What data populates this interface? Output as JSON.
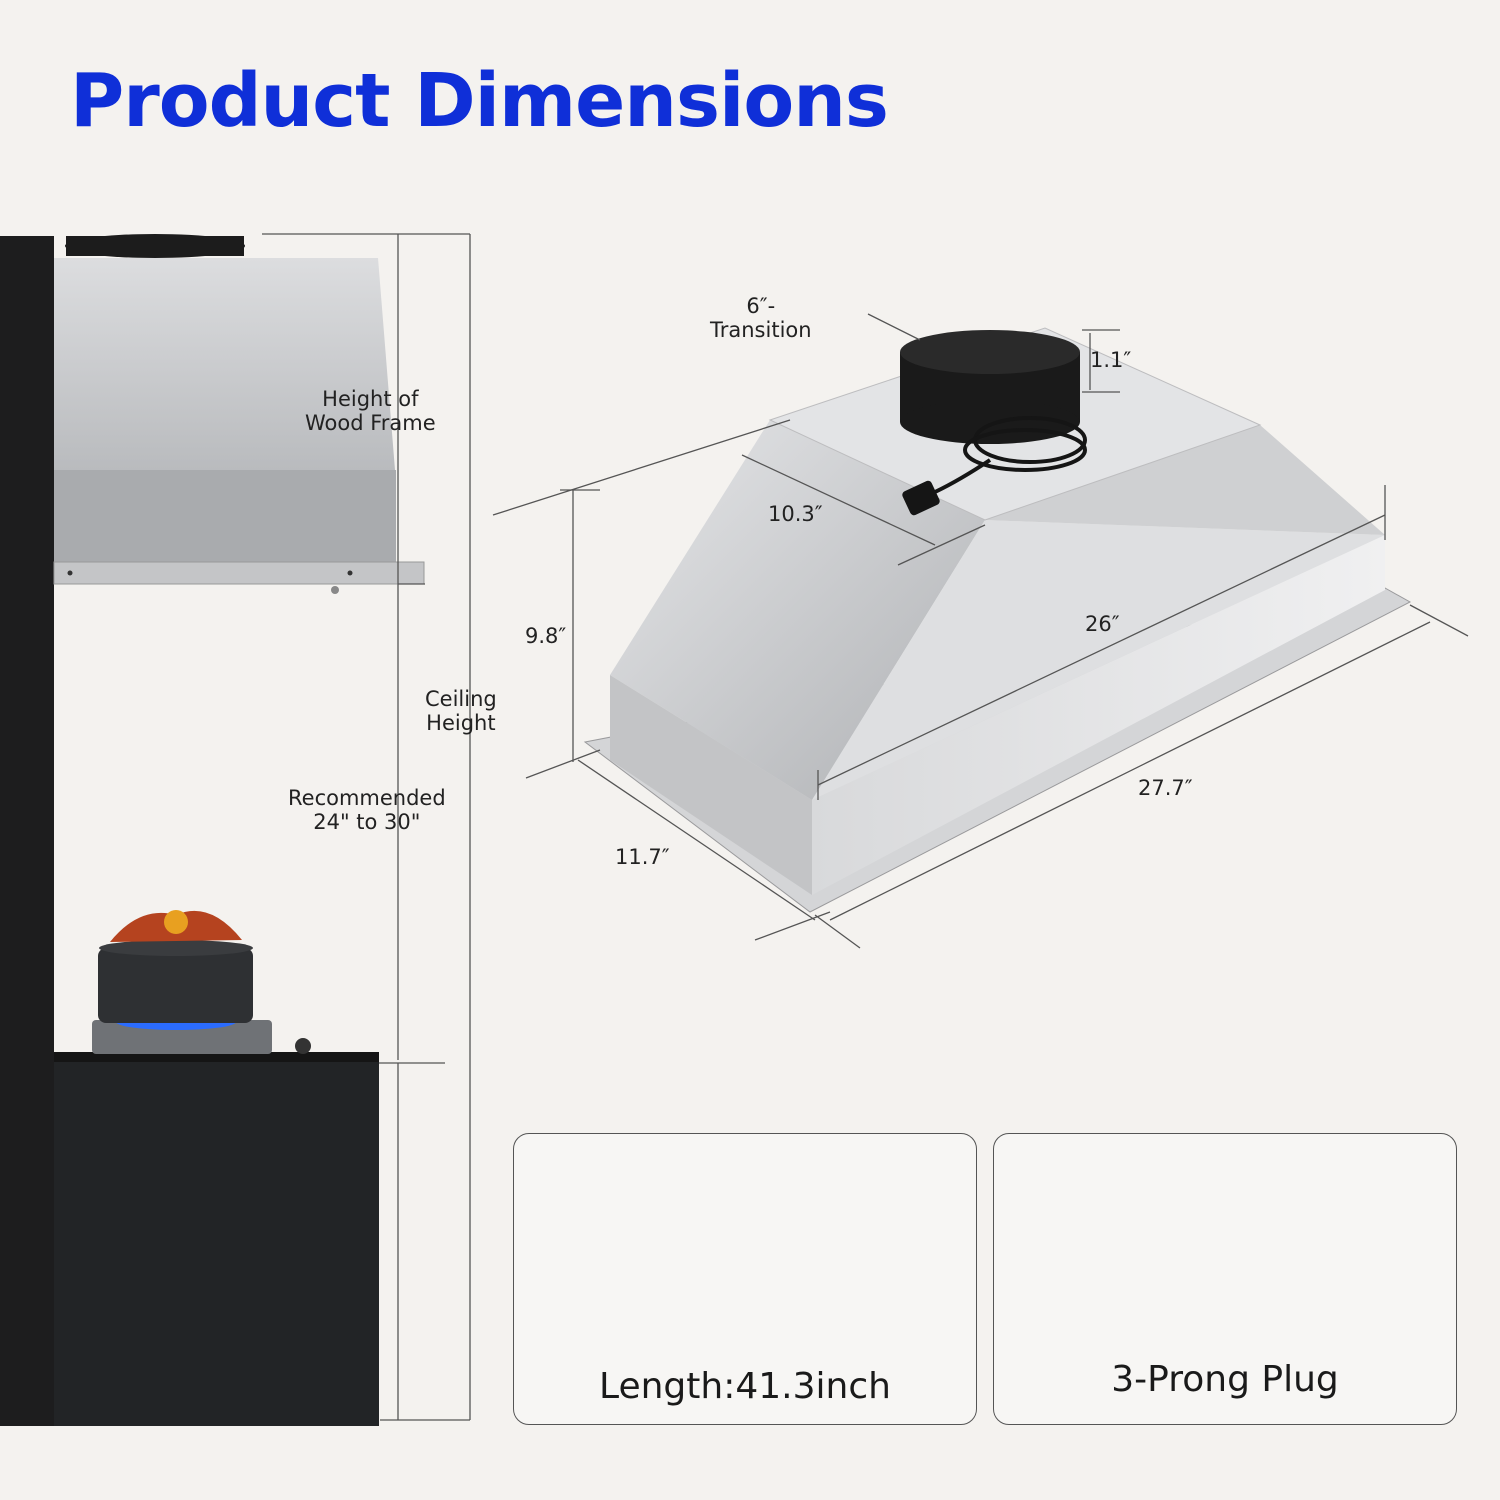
{
  "title": "Product Dimensions",
  "left_labels": {
    "wood_frame": [
      "Height of",
      "Wood Frame"
    ],
    "ceiling": [
      "Ceiling",
      "Height"
    ],
    "recommended": [
      "Recommended",
      "24\" to 30\""
    ]
  },
  "dimensions": {
    "transition": [
      "6″-",
      "Transition"
    ],
    "collar_height": "1.1″",
    "depth_top": "10.3″",
    "height": "9.8″",
    "width_top": "26″",
    "width_bottom": "27.7″",
    "depth_bottom": "11.7″"
  },
  "cards": {
    "cord_length": "Length:41.3inch",
    "plug": "3-Prong Plug"
  },
  "colors": {
    "title": "#0f2fd8",
    "steel": "#c9cacc",
    "cabinet": "#202224"
  }
}
